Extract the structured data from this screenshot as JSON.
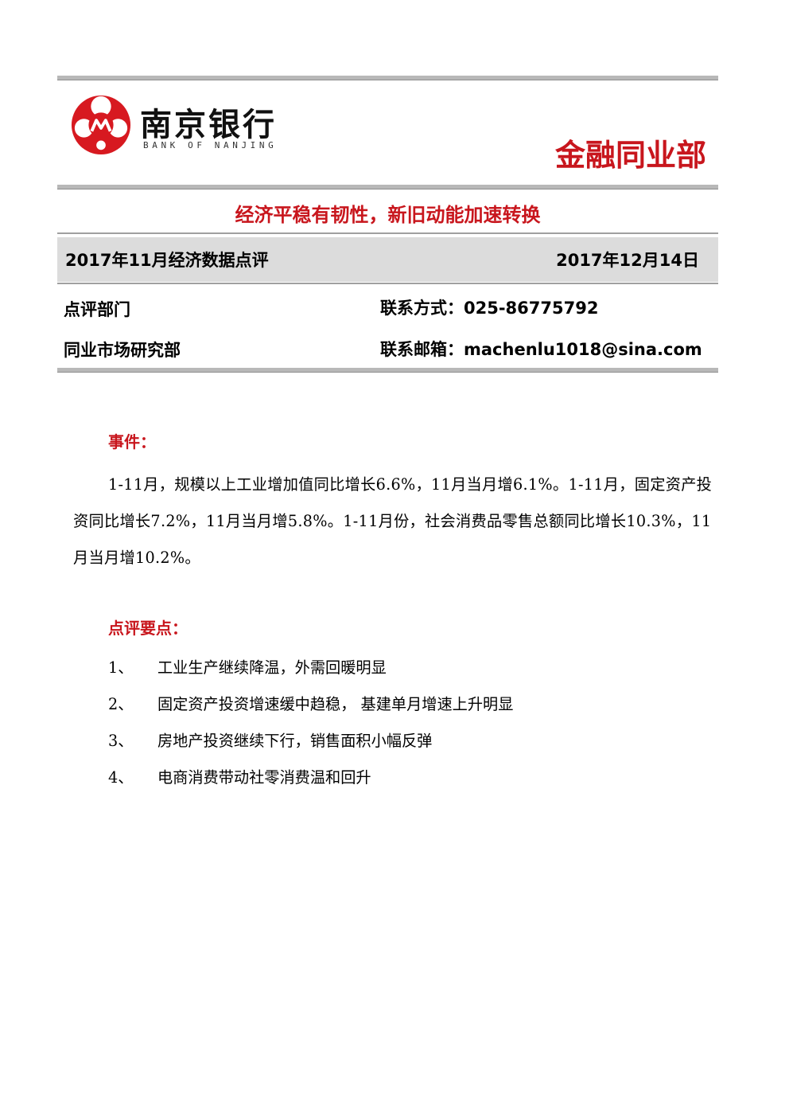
{
  "header": {
    "logo_cn": "南京银行",
    "logo_en": "BANK OF NANJING",
    "department": "金融同业部",
    "brand_color": "#c8161d"
  },
  "headline": "经济平稳有韧性，新旧动能加速转换",
  "info_bar": {
    "report_title": "2017年11月经济数据点评",
    "date": "2017年12月14日"
  },
  "meta": {
    "dept_label": "点评部门",
    "dept_value": "同业市场研究部",
    "contact_phone": "联系方式：025-86775792",
    "contact_email": "联系邮箱：machenlu1018@sina.com"
  },
  "event": {
    "heading": "事件：",
    "text": "1-11月，规模以上工业增加值同比增长6.6%，11月当月增6.1%。1-11月，固定资产投资同比增长7.2%，11月当月增5.8%。1-11月份，社会消费品零售总额同比增长10.3%，11月当月增10.2%。"
  },
  "key_points": {
    "heading": "点评要点：",
    "items": [
      {
        "num": "1、",
        "text": "工业生产继续降温，外需回暖明显"
      },
      {
        "num": "2、",
        "text": "固定资产投资增速缓中趋稳， 基建单月增速上升明显"
      },
      {
        "num": "3、",
        "text": "房地产投资继续下行，销售面积小幅反弹"
      },
      {
        "num": "4、",
        "text": "电商消费带动社零消费温和回升"
      }
    ]
  }
}
